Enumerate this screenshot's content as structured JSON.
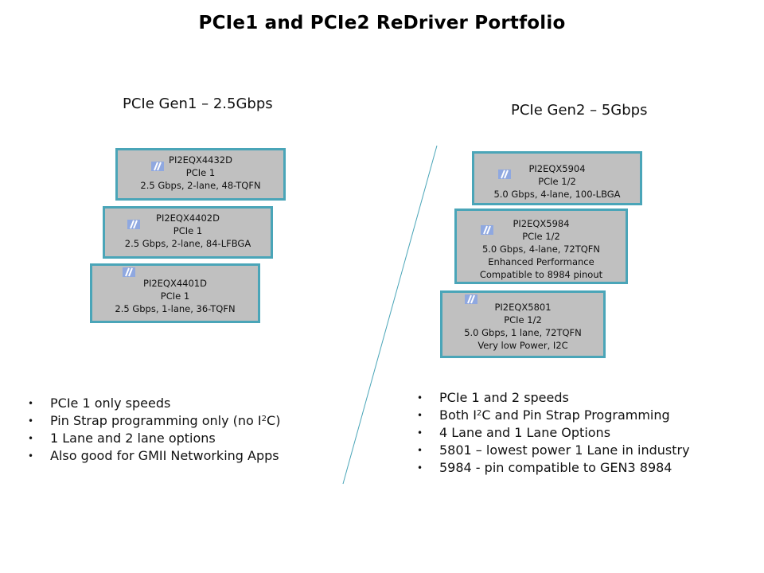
{
  "title": "PCIe1 and PCIe2 ReDriver Portfolio",
  "colors": {
    "card_border": "#4aa5b8",
    "card_fill": "#c0c0c0",
    "divider": "#4aa5b8"
  },
  "gen1": {
    "heading": "PCIe Gen1 – 2.5Gbps",
    "cards": [
      {
        "icon": "pericom-logo-icon",
        "lines": [
          "PI2EQX4432D",
          "PCIe 1",
          "2.5 Gbps,  2-lane, 48-TQFN"
        ]
      },
      {
        "icon": "pericom-logo-icon",
        "lines": [
          "PI2EQX4402D",
          "PCIe 1",
          "2.5 Gbps,  2-lane, 84-LFBGA"
        ]
      },
      {
        "icon": "pericom-logo-icon",
        "lines": [
          "PI2EQX4401D",
          "PCIe 1",
          "2.5 Gbps,  1-lane, 36-TQFN"
        ]
      }
    ],
    "bullets": [
      {
        "pre": "PCIe 1 only speeds",
        "sup": "",
        "post": ""
      },
      {
        "pre": "Pin Strap programming only (no I",
        "sup": "2",
        "post": "C)"
      },
      {
        "pre": "1 Lane and 2 lane options",
        "sup": "",
        "post": ""
      },
      {
        "pre": "Also good for GMII Networking Apps",
        "sup": "",
        "post": ""
      }
    ]
  },
  "gen2": {
    "heading": "PCIe Gen2 – 5Gbps",
    "cards": [
      {
        "icon": "pericom-logo-icon",
        "lines": [
          "PI2EQX5904",
          "PCIe  1/2",
          "5.0 Gbps,  4-lane, 100-LBGA"
        ]
      },
      {
        "icon": "pericom-logo-icon",
        "lines": [
          "PI2EQX5984",
          "PCIe  1/2",
          "5.0 Gbps,  4-lane, 72TQFN",
          "Enhanced Performance",
          "Compatible  to  8984  pinout"
        ]
      },
      {
        "icon": "pericom-logo-icon",
        "lines": [
          "PI2EQX5801",
          "PCIe  1/2",
          "5.0 Gbps,  1 lane,  72TQFN",
          "Very low Power, I2C"
        ]
      }
    ],
    "bullets": [
      {
        "pre": "PCIe 1 and 2 speeds",
        "sup": "",
        "post": ""
      },
      {
        "pre": "Both I",
        "sup": "2",
        "post": "C and Pin Strap Programming"
      },
      {
        "pre": "4 Lane and 1 Lane Options",
        "sup": "",
        "post": ""
      },
      {
        "pre": "5801 – lowest power 1 Lane in industry",
        "sup": "",
        "post": ""
      },
      {
        "pre": "5984 -   pin compatible to GEN3 8984",
        "sup": "",
        "post": ""
      }
    ]
  }
}
